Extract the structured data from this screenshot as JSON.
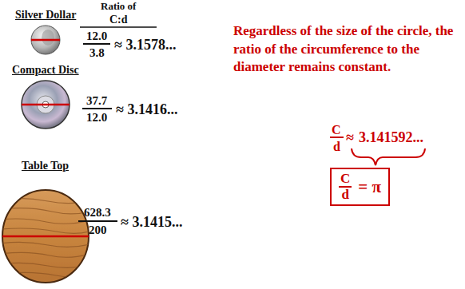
{
  "diagram": {
    "nodes": [
      {
        "text": [
          "C",
          "d",
          "= π"
        ]
      }
    ],
    "labels": [
      "Silver Dollar",
      "Ratio of",
      "C:d",
      "12.0",
      "3.8",
      "≈ 3.1578...",
      "Compact Disc",
      "37.7",
      "12.0",
      "≈ 3.1416...",
      "Table Top",
      "628.3",
      "200",
      "≈ 3.1415...",
      "Regardless of the size of the circle, the ratio of the circumference to the diameter remains constant.",
      "C",
      "d",
      "≈",
      "3.141592..."
    ]
  }
}
